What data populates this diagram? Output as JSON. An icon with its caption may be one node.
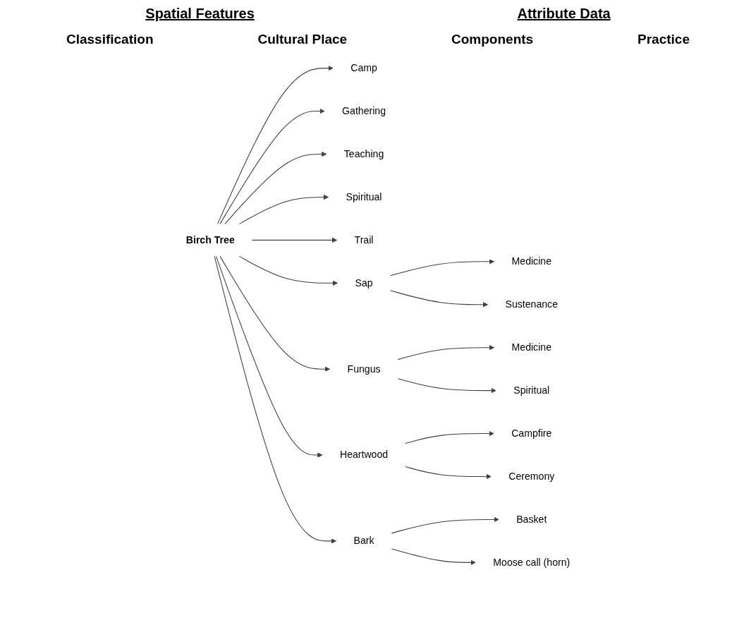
{
  "diagram": {
    "nodes": [
      {
        "text": [
          "Birch Tree"
        ]
      },
      {
        "text": [
          "Camp"
        ]
      },
      {
        "text": [
          "Gathering"
        ]
      },
      {
        "text": [
          "Teaching"
        ]
      },
      {
        "text": [
          "Spiritual"
        ]
      },
      {
        "text": [
          "Trail"
        ]
      },
      {
        "text": [
          "Sap"
        ]
      },
      {
        "text": [
          "Fungus"
        ]
      },
      {
        "text": [
          "Heartwood"
        ]
      },
      {
        "text": [
          "Bark"
        ]
      },
      {
        "text": [
          "Medicine"
        ]
      },
      {
        "text": [
          "Sustenance"
        ]
      },
      {
        "text": [
          "Medicine"
        ]
      },
      {
        "text": [
          "Spiritual"
        ]
      },
      {
        "text": [
          "Campfire"
        ]
      },
      {
        "text": [
          "Ceremony"
        ]
      },
      {
        "text": [
          "Basket"
        ]
      },
      {
        "text": [
          "Moose call (horn)"
        ]
      }
    ],
    "edges": [
      {
        "from": 0,
        "to": 1,
        "arrow": "to"
      },
      {
        "from": 0,
        "to": 2,
        "arrow": "to"
      },
      {
        "from": 0,
        "to": 3,
        "arrow": "to"
      },
      {
        "from": 0,
        "to": 4,
        "arrow": "to"
      },
      {
        "from": 0,
        "to": 5,
        "arrow": "to"
      },
      {
        "from": 0,
        "to": 6,
        "arrow": "to"
      },
      {
        "from": 0,
        "to": 7,
        "arrow": "to"
      },
      {
        "from": 0,
        "to": 8,
        "arrow": "to"
      },
      {
        "from": 0,
        "to": 9,
        "arrow": "to"
      },
      {
        "from": 6,
        "to": 10,
        "arrow": "to"
      },
      {
        "from": 6,
        "to": 11,
        "arrow": "to"
      },
      {
        "from": 7,
        "to": 12,
        "arrow": "to"
      },
      {
        "from": 7,
        "to": 13,
        "arrow": "to"
      },
      {
        "from": 8,
        "to": 14,
        "arrow": "to"
      },
      {
        "from": 8,
        "to": 15,
        "arrow": "to"
      },
      {
        "from": 9,
        "to": 16,
        "arrow": "to"
      },
      {
        "from": 9,
        "to": 17,
        "arrow": "to"
      }
    ],
    "labels": [
      "Spatial Features",
      "Attribute Data",
      "Classification",
      "Cultural Place",
      "Components",
      "Practice"
    ]
  }
}
